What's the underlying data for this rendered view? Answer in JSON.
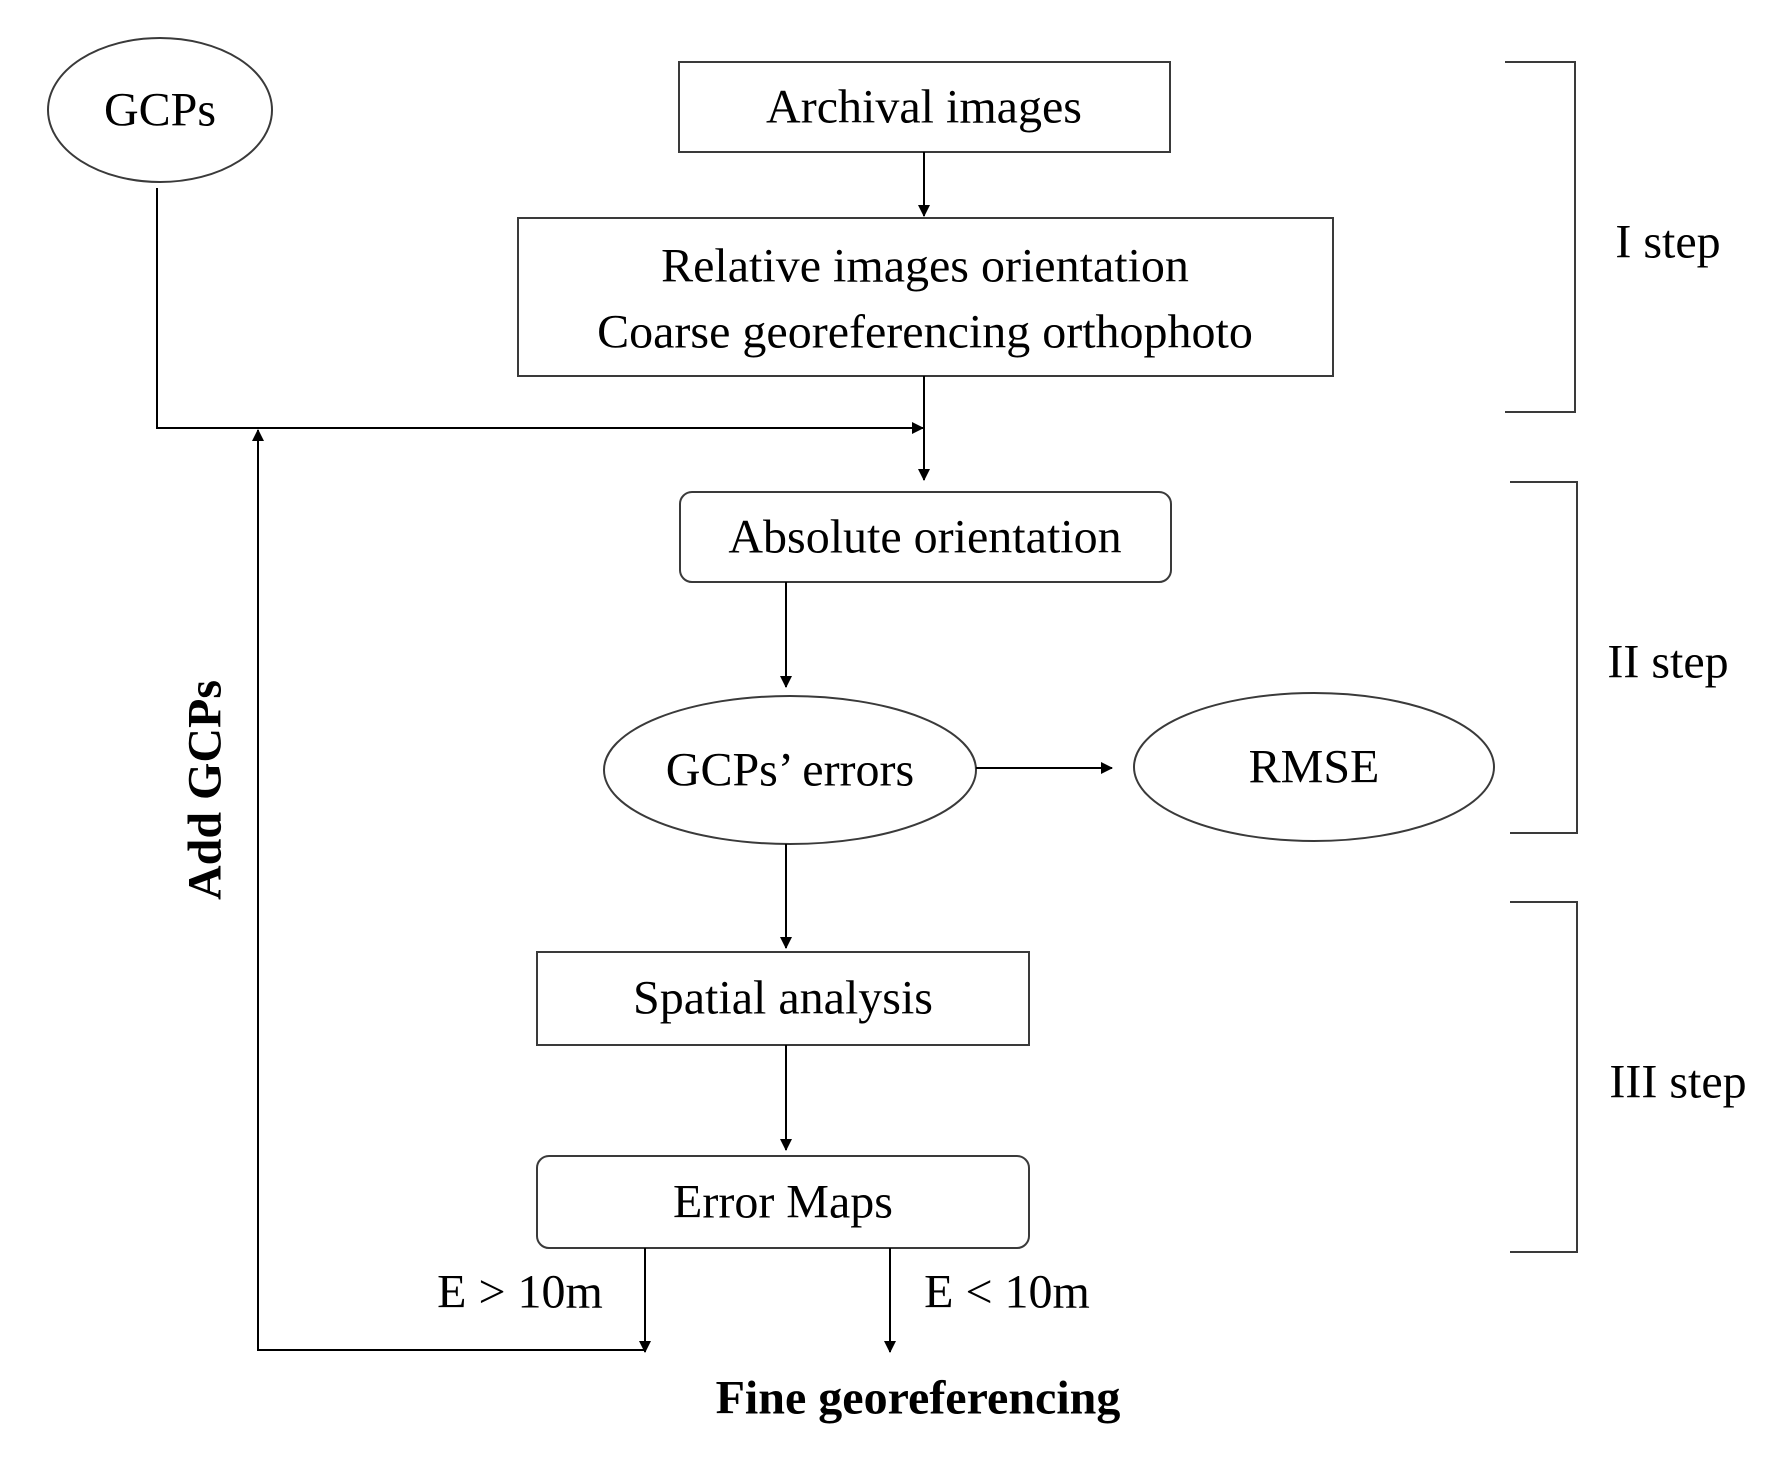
{
  "nodes": {
    "gcps": "GCPs",
    "archival_images": "Archival images",
    "relative_line1": "Relative images orientation",
    "relative_line2": "Coarse georeferencing orthophoto",
    "absolute_orientation": "Absolute orientation",
    "gcps_errors": "GCPs’ errors",
    "rmse": "RMSE",
    "spatial_analysis": "Spatial analysis",
    "error_maps": "Error Maps"
  },
  "steps": {
    "step1": "I step",
    "step2": "II step",
    "step3": "III step"
  },
  "edge_labels": {
    "greater": "E > 10m",
    "less": "E < 10m",
    "add_gcps": "Add GCPs"
  },
  "result": "Fine georeferencing"
}
